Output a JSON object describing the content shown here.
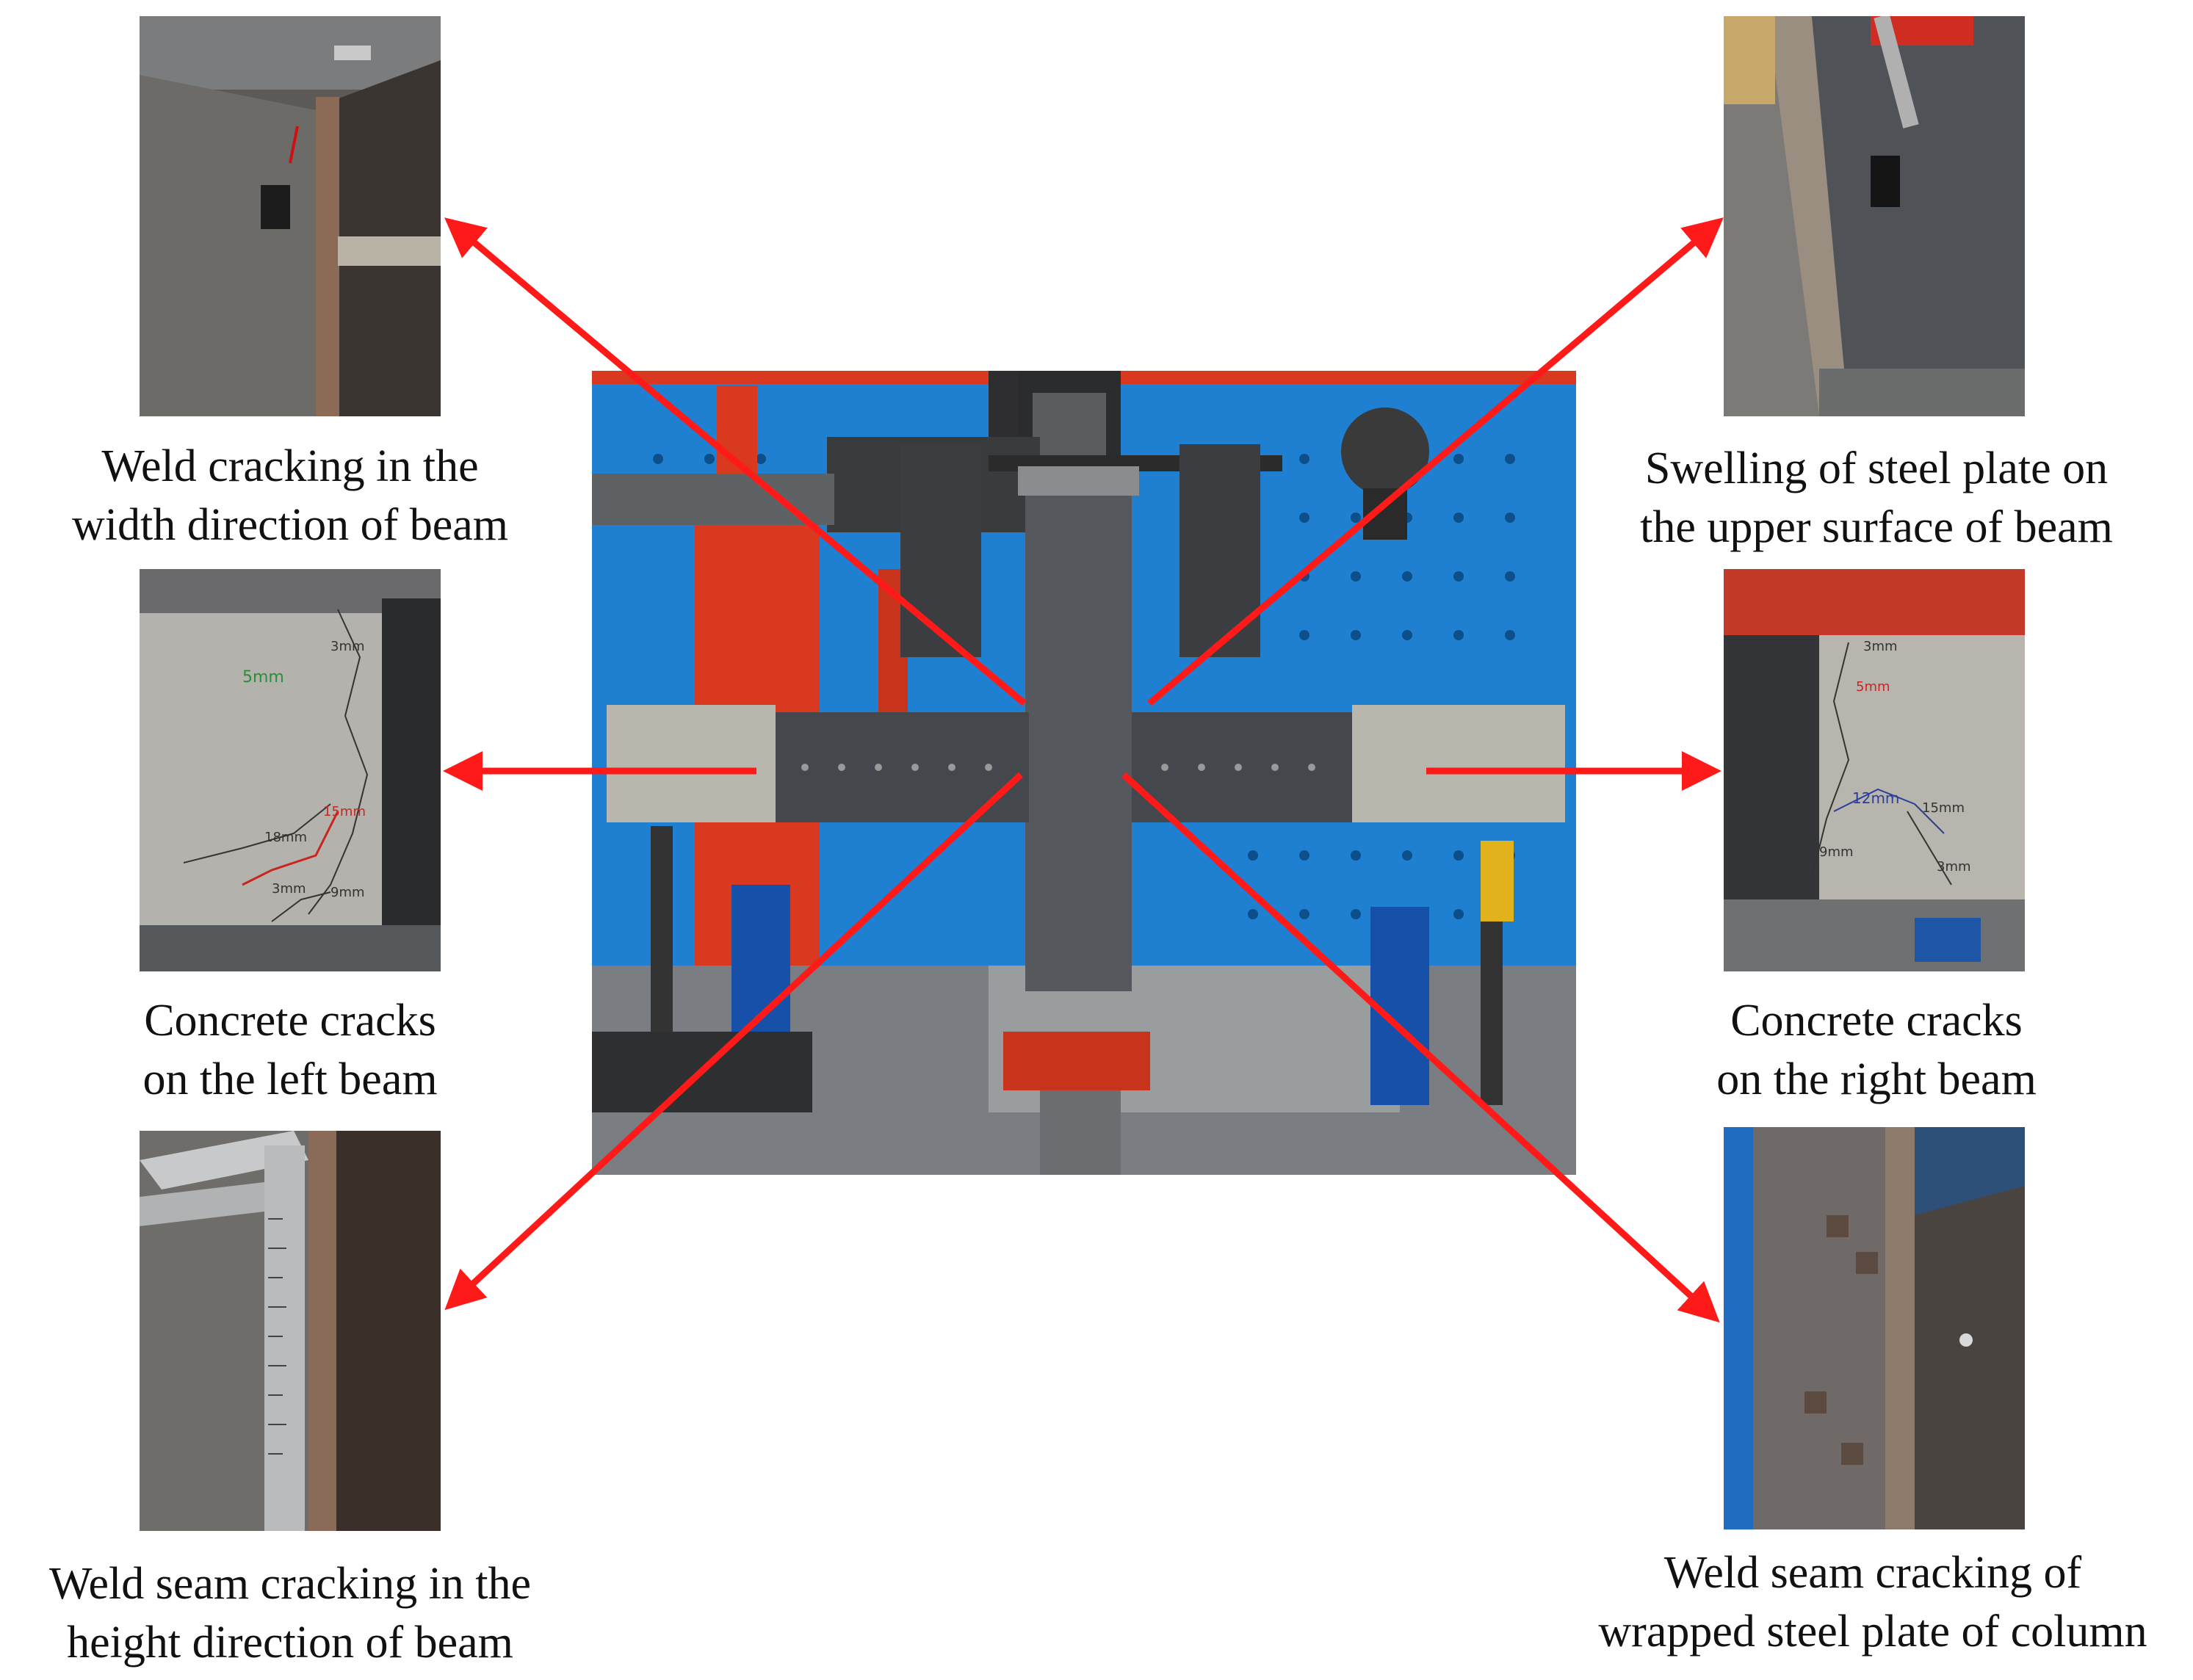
{
  "captions": {
    "top_left": {
      "line1": "Weld cracking in the",
      "line2": "width direction of beam"
    },
    "top_right": {
      "line1": "Swelling of steel plate on",
      "line2": "the upper surface of beam"
    },
    "mid_left": {
      "line1": "Concrete cracks",
      "line2": "on the left beam"
    },
    "mid_right": {
      "line1": "Concrete cracks",
      "line2": "on the right beam"
    },
    "bottom_left": {
      "line1": "Weld seam cracking in the",
      "line2": "height direction of beam"
    },
    "bottom_right": {
      "line1": "Weld seam cracking of",
      "line2": "wrapped steel plate of column"
    }
  },
  "crack_marks": {
    "left": {
      "a": "5mm",
      "b": "3mm",
      "c": "18mm",
      "d": "15mm",
      "e": "3mm",
      "f": "9mm"
    },
    "right": {
      "a": "3mm",
      "b": "5mm",
      "c": "12mm",
      "d": "15mm",
      "e": "9mm",
      "f": "3mm"
    }
  },
  "colors": {
    "arrow": "#ff1a1a",
    "reaction_wall": "#1f7fd0",
    "frame": "#d8391f",
    "steel": "#4a4d52",
    "concrete": "#b9b6ae"
  }
}
